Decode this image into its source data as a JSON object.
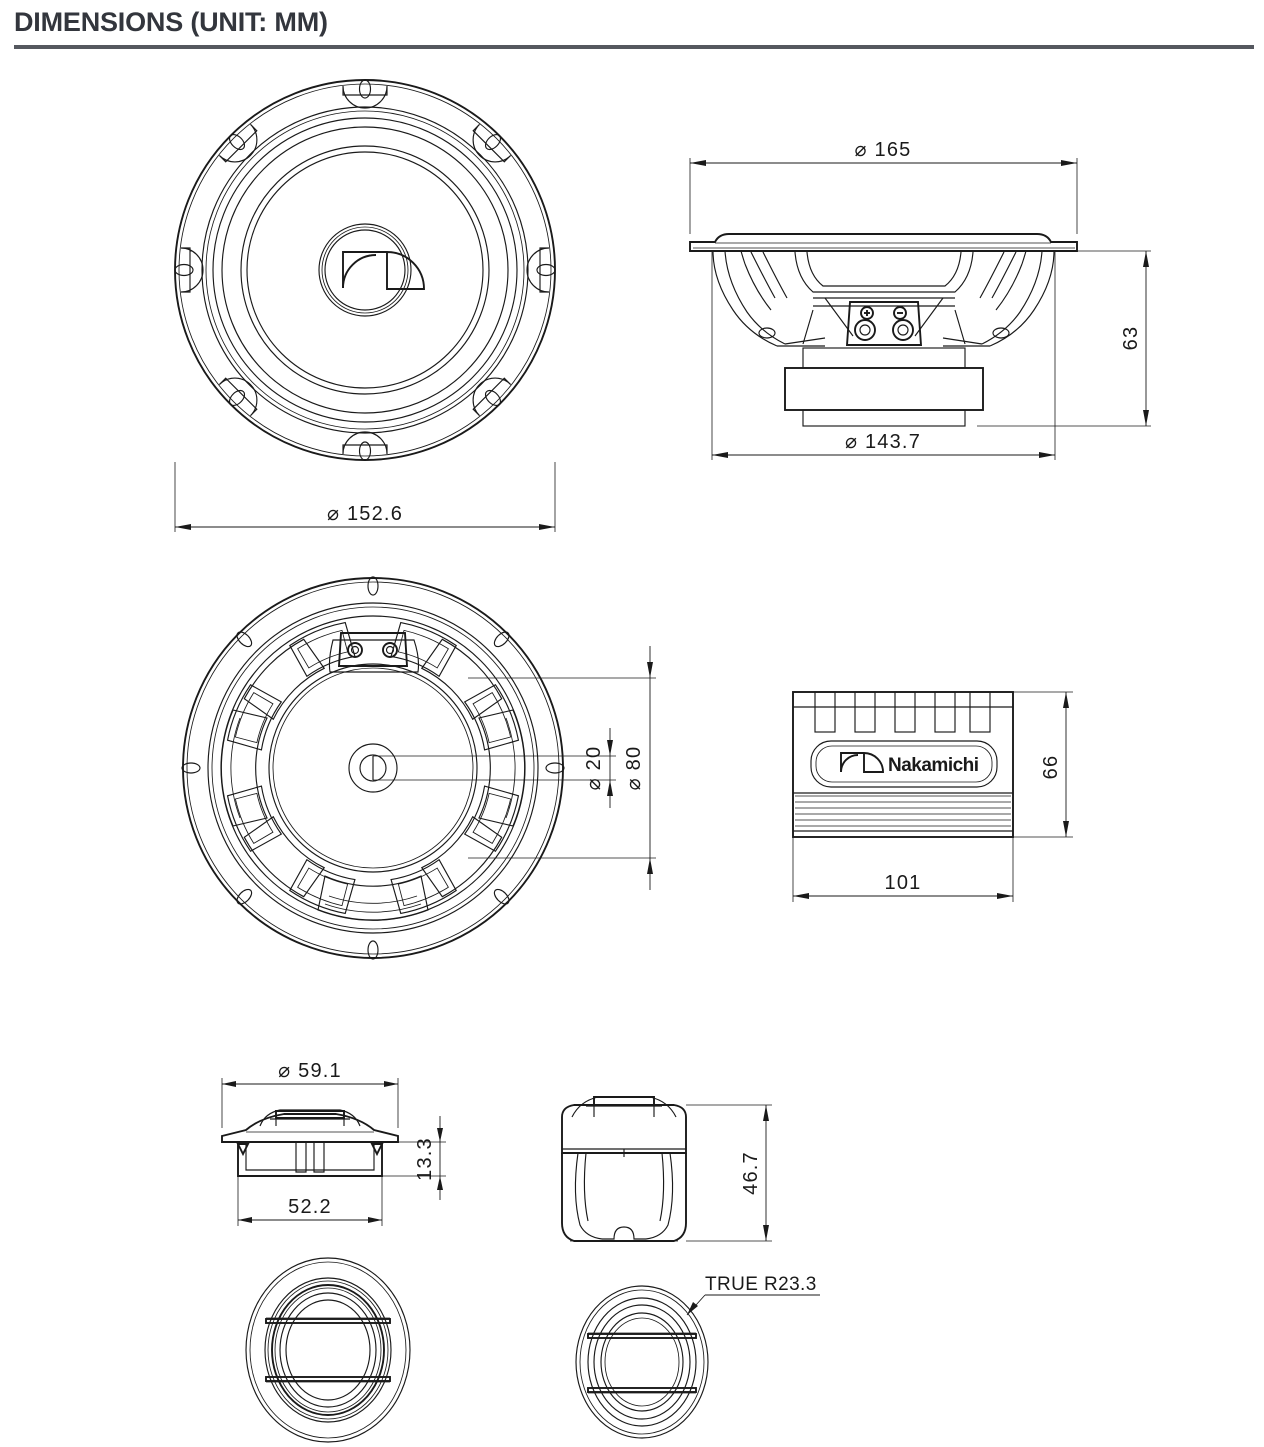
{
  "header": {
    "title": "DIMENSIONS (UNIT: MM)"
  },
  "views": {
    "woofer_front": {
      "name": "Woofer front view"
    },
    "woofer_side": {
      "name": "Woofer side view"
    },
    "woofer_rear": {
      "name": "Woofer rear view"
    },
    "crossover": {
      "name": "Crossover box",
      "brand": "Nakamichi"
    },
    "tweeter_flush_side": {
      "name": "Flush mount tweeter side view"
    },
    "tweeter_surface_side": {
      "name": "Surface mount tweeter side view"
    },
    "tweeter_flush_face": {
      "name": "Flush mount tweeter face view"
    },
    "tweeter_surface_face": {
      "name": "Surface mount tweeter face view"
    }
  },
  "dimensions": {
    "woofer_front_diameter": "⌀ 152.6",
    "woofer_flange_diameter": "⌀ 165",
    "woofer_body_diameter": "⌀ 143.7",
    "woofer_depth": "63",
    "woofer_magnet_small": "⌀ 20",
    "woofer_magnet_large": "⌀ 80",
    "crossover_height": "66",
    "crossover_width": "101",
    "tweeter_flange_diameter": "⌀ 59.1",
    "tweeter_body_width": "52.2",
    "tweeter_flush_depth": "13.3",
    "tweeter_surface_height": "46.7",
    "tweeter_radius_note": "TRUE R23.3"
  },
  "colors": {
    "line": "#1a1a1a",
    "rule": "#55585f",
    "title": "#33363d",
    "background": "#ffffff"
  }
}
